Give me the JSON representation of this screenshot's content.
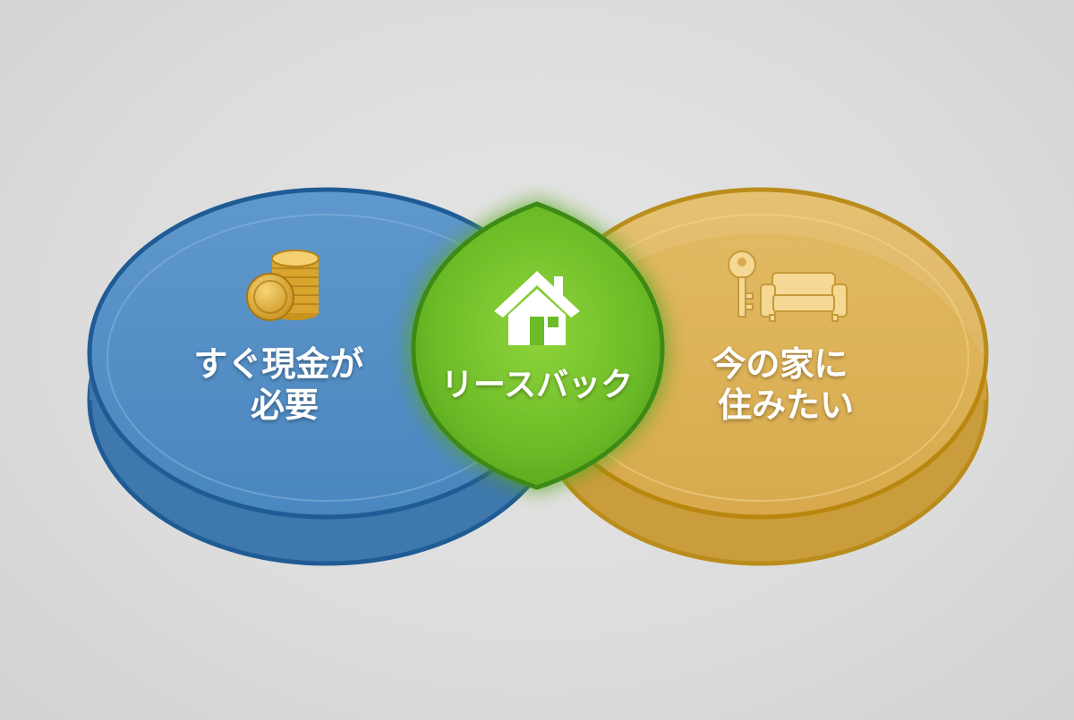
{
  "diagram": {
    "left_circle": {
      "label_lines": [
        "すぐ現金が",
        "必要"
      ],
      "icon": "coins-icon",
      "color": "#3a7ab8"
    },
    "right_circle": {
      "label_lines": [
        "今の家に",
        "住みたい"
      ],
      "icon": "key-sofa-icon",
      "color": "#d4a032"
    },
    "intersection": {
      "label": "リースバック",
      "icon": "house-icon",
      "color": "#5fb022"
    }
  }
}
